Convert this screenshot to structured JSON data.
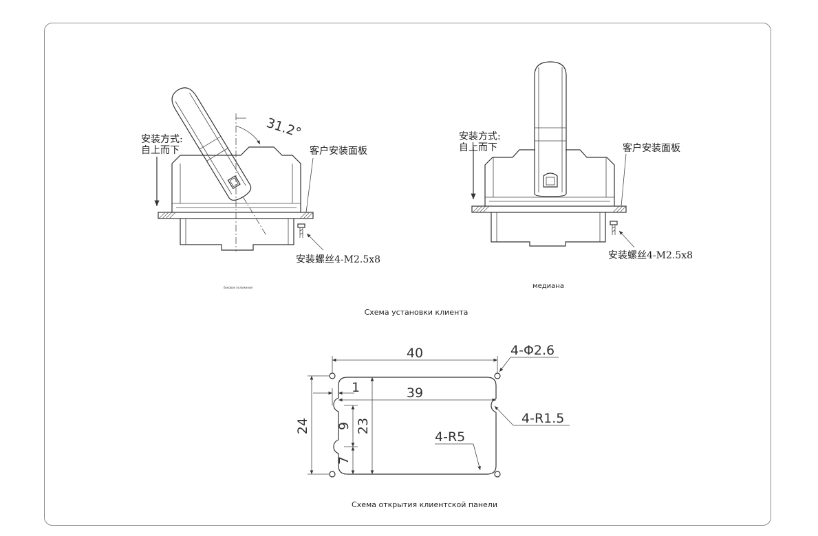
{
  "views": {
    "side": {
      "angle": "31.2°",
      "mount_method": [
        "安装方式:",
        "自上而下"
      ],
      "panel": "客户安装面板",
      "screws": "安装螺丝4-M2.5x8",
      "caption": "боковое положение"
    },
    "center": {
      "mount_method": [
        "安装方式:",
        "自上而下"
      ],
      "panel": "客户安装面板",
      "screws": "安装螺丝4-M2.5x8",
      "caption": "медиана"
    }
  },
  "install_caption": "Схема установки клиента",
  "cutout": {
    "dims": {
      "width_holes": "40",
      "holes": "4-Φ2.6",
      "offset": "1",
      "width_cut": "39",
      "corner_small": "4-R1.5",
      "height_total": "24",
      "height_cut": "23",
      "seg_a": "9",
      "seg_b": "7",
      "corner_big": "4-R5"
    },
    "caption": "Схема открытия клиентской панели"
  }
}
